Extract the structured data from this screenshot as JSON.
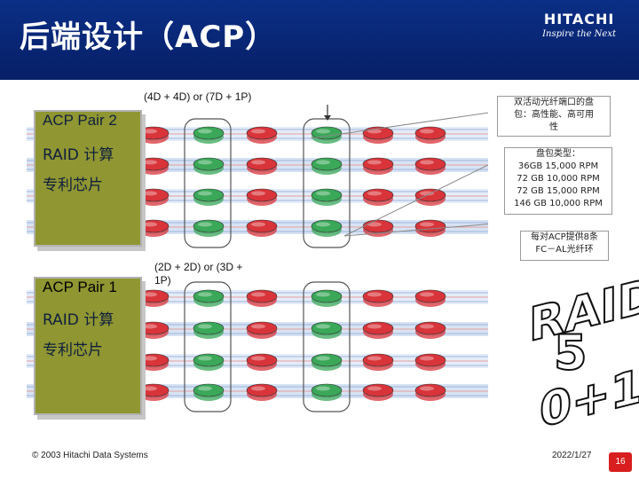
{
  "title": "后端设计（ACP）",
  "logo": {
    "brand": "HITACHI",
    "slogan": "Inspire the Next"
  },
  "top_group": {
    "config_label": "(4D + 4D) or (7D + 1P)",
    "panel_lines": [
      "ACP Pair 2",
      "RAID 计算",
      "专利芯片"
    ]
  },
  "bottom_group": {
    "config_label": "(2D + 2D) or (3D +\n1P)",
    "panel_lines": [
      "ACP Pair 1",
      "RAID 计算",
      "专利芯片"
    ]
  },
  "callouts": {
    "dual_port": "双活动光纤端口的盘\n包：高性能、高可用\n性",
    "disk_types": "盘包类型：\n36GB   15,000 RPM\n72 GB  10,000 RPM\n72 GB  15,000 RPM\n146 GB  10,000 RPM",
    "fc_loops": "每对ACP提供8条\nFC－AL光纤环"
  },
  "raid_art": {
    "raid": "RAID",
    "five": "5",
    "zero_plus_one": "0+1"
  },
  "footer": {
    "copyright": "© 2003 Hitachi Data Systems",
    "date": "2022/1/27",
    "page_number": "16"
  },
  "colors": {
    "header": "#0b2f86",
    "panel": "#8f9632",
    "disk_green": "#3aa858",
    "disk_red": "#d8343a",
    "page_badge": "#d81e1e"
  }
}
